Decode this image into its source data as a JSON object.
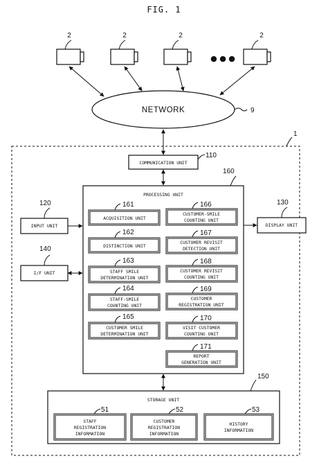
{
  "figure_title": "FIG. 1",
  "cameras": {
    "ref": "2",
    "ellipsis": "● ● ●"
  },
  "network": {
    "label": "NETWORK",
    "ref": "9"
  },
  "system_ref": "1",
  "communication_unit": {
    "label": "COMMUNICATION UNIT",
    "ref": "110"
  },
  "processing_unit": {
    "label": "PROCESSING UNIT",
    "ref": "160"
  },
  "input_unit": {
    "label": "INPUT UNIT",
    "ref": "120"
  },
  "io_unit": {
    "label": "I/F UNIT",
    "ref": "140"
  },
  "display_unit": {
    "label": "DISPLAY UNIT",
    "ref": "130"
  },
  "units": {
    "acquisition": {
      "label": "ACQUISITION UNIT",
      "ref": "161"
    },
    "distinction": {
      "label": "DISTINCTION UNIT",
      "ref": "162"
    },
    "staff_smile_det": {
      "l1": "STAFF SMILE",
      "l2": "DETERMINATION UNIT",
      "ref": "163"
    },
    "staff_smile_cnt": {
      "l1": "STAFF-SMILE",
      "l2": "COUNTING UNIT",
      "ref": "164"
    },
    "customer_smile_det": {
      "l1": "CUSTOMER SMILE",
      "l2": "DETERMINATION UNIT",
      "ref": "165"
    },
    "customer_smile_cnt": {
      "l1": "CUSTOMER-SMILE",
      "l2": "COUNTING UNIT",
      "ref": "166"
    },
    "revisit_det": {
      "l1": "CUSTOMER REVISIT",
      "l2": "DETECTION UNIT",
      "ref": "167"
    },
    "revisit_cnt": {
      "l1": "CUSTOMER REVISIT",
      "l2": "COUNTING UNIT",
      "ref": "168"
    },
    "customer_reg": {
      "l1": "CUSTOMER",
      "l2": "REGISTRATION UNIT",
      "ref": "169"
    },
    "visit_cnt": {
      "l1": "VISIT CUSTOMER",
      "l2": "COUNTING UNIT",
      "ref": "170"
    },
    "report_gen": {
      "l1": "REPORT",
      "l2": "GENERATION UNIT",
      "ref": "171"
    }
  },
  "storage_unit": {
    "label": "STORAGE UNIT",
    "ref": "150",
    "staff_info": {
      "l1": "STAFF",
      "l2": "REGISTRATION",
      "l3": "INFORMATION",
      "ref": "51"
    },
    "customer_info": {
      "l1": "CUSTOMER",
      "l2": "REGISTRATION",
      "l3": "INFORMATION",
      "ref": "52"
    },
    "history_info": {
      "l1": "HISTORY",
      "l2": "INFORMATION",
      "ref": "53"
    }
  }
}
